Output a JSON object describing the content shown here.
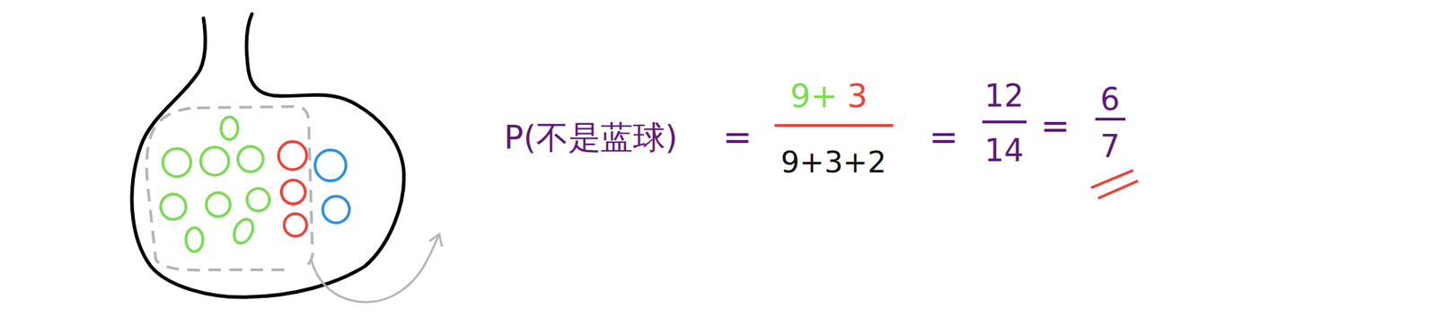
{
  "diagram": {
    "labels": [
      "P(不是蓝球)",
      "=",
      "9+",
      "3",
      "9+3+2",
      "=",
      "12",
      "14",
      "=",
      "6",
      "7"
    ]
  }
}
